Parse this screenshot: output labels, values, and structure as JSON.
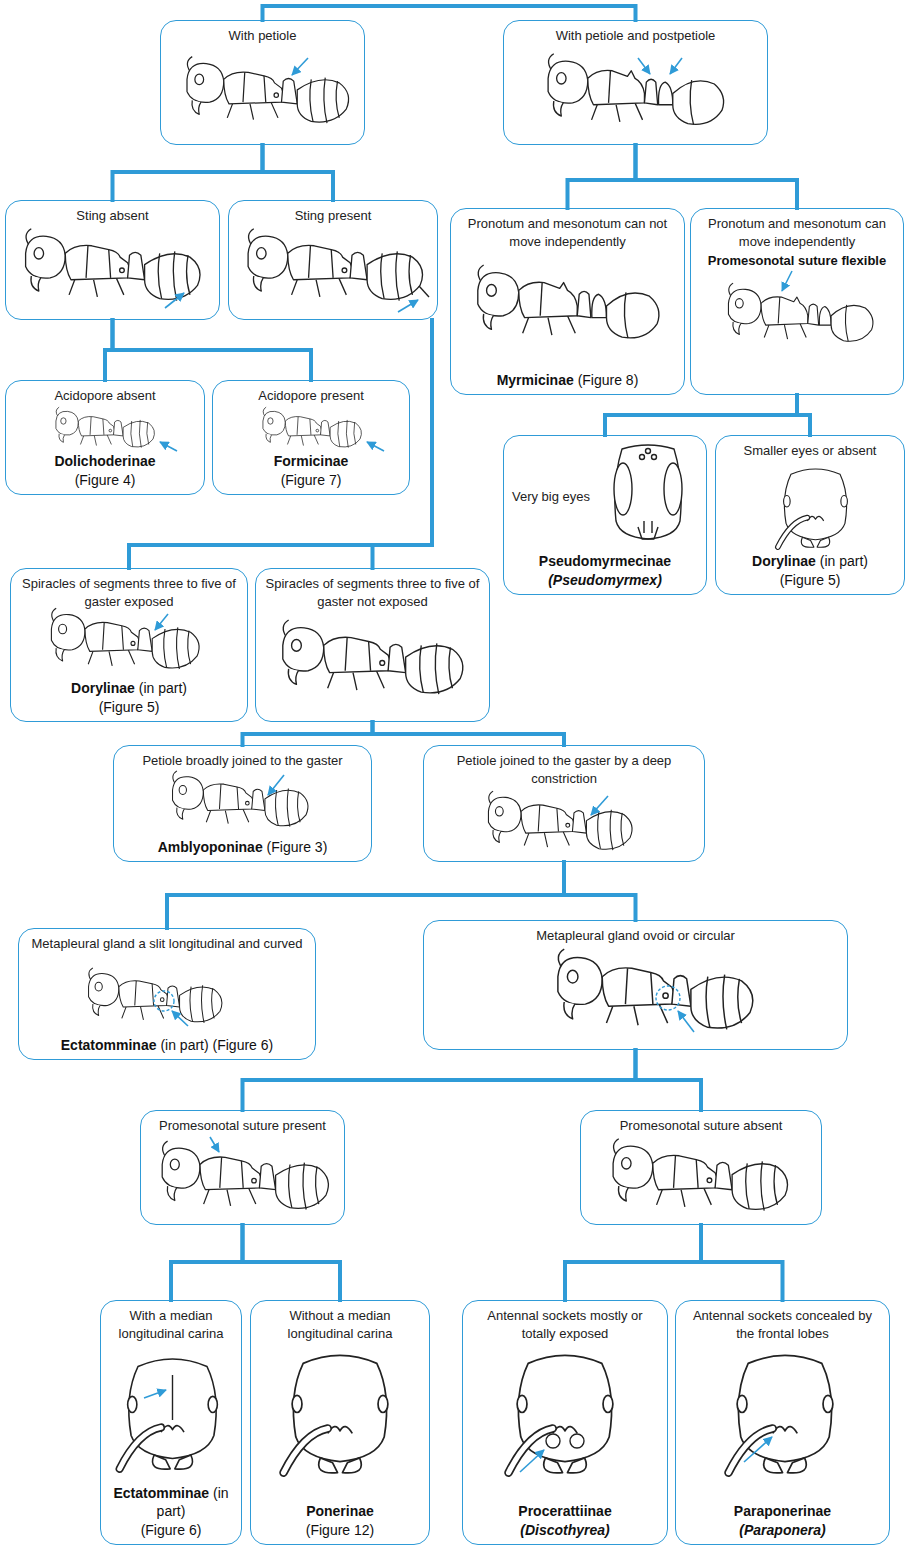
{
  "diagram": {
    "nodes": [
      {
        "text": [
          "With petiole"
        ]
      },
      {
        "text": [
          "With petiole and postpetiole"
        ]
      },
      {
        "text": [
          "Sting absent"
        ]
      },
      {
        "text": [
          "Sting present"
        ]
      },
      {
        "text": [
          "Pronotum and mesonotum can not move independently",
          "Myrmicinae",
          "(Figure 8)"
        ]
      },
      {
        "text": [
          "Pronotum and mesonotum can move independently",
          "Promesonotal suture flexible"
        ]
      },
      {
        "text": [
          "Acidopore absent",
          "Dolichoderinae",
          "(Figure 4)"
        ]
      },
      {
        "text": [
          "Acidopore present",
          "Formicinae",
          "(Figure 7)"
        ]
      },
      {
        "text": [
          "Very big eyes",
          "Pseudomyrmecinae",
          "(Pseudomyrmex)"
        ]
      },
      {
        "text": [
          "Smaller eyes or absent",
          "Dorylinae",
          "(in part)",
          "(Figure 5)"
        ]
      },
      {
        "text": [
          "Spiracles of segments three to five of gaster exposed",
          "Dorylinae",
          "(in part)",
          "(Figure 5)"
        ]
      },
      {
        "text": [
          "Spiracles of segments three to five of gaster not exposed"
        ]
      },
      {
        "text": [
          "Petiole broadly joined to the gaster",
          "Amblyoponinae",
          "(Figure 3)"
        ]
      },
      {
        "text": [
          "Petiole joined to the gaster by a deep constriction"
        ]
      },
      {
        "text": [
          "Metapleural gland a slit longitudinal and curved",
          "Ectatomminae",
          "(in part) (Figure 6)"
        ]
      },
      {
        "text": [
          "Metapleural gland ovoid or circular"
        ]
      },
      {
        "text": [
          "Promesonotal suture present"
        ]
      },
      {
        "text": [
          "Promesonotal suture absent"
        ]
      },
      {
        "text": [
          "With a median longitudinal carina",
          "Ectatomminae",
          "(in part)",
          "(Figure 6)"
        ]
      },
      {
        "text": [
          "Without a median longitudinal carina",
          "Ponerinae",
          "(Figure 12)"
        ]
      },
      {
        "text": [
          "Antennal sockets mostly or totally exposed",
          "Procerattiinae",
          "(Discothyrea)"
        ]
      },
      {
        "text": [
          "Antennal sockets concealed by the frontal lobes",
          "Paraponerinae",
          "(Paraponera)"
        ]
      }
    ],
    "edges": [
      {
        "from": 0,
        "to": 1,
        "arrow": "none"
      },
      {
        "from": 0,
        "to": 2,
        "arrow": "none"
      },
      {
        "from": 0,
        "to": 3,
        "arrow": "none"
      },
      {
        "from": 1,
        "to": 4,
        "arrow": "none"
      },
      {
        "from": 1,
        "to": 5,
        "arrow": "none"
      },
      {
        "from": 2,
        "to": 6,
        "arrow": "none"
      },
      {
        "from": 2,
        "to": 7,
        "arrow": "none"
      },
      {
        "from": 3,
        "to": 10,
        "arrow": "none"
      },
      {
        "from": 3,
        "to": 11,
        "arrow": "none"
      },
      {
        "from": 5,
        "to": 8,
        "arrow": "none"
      },
      {
        "from": 5,
        "to": 9,
        "arrow": "none"
      },
      {
        "from": 11,
        "to": 12,
        "arrow": "none"
      },
      {
        "from": 11,
        "to": 13,
        "arrow": "none"
      },
      {
        "from": 13,
        "to": 14,
        "arrow": "none"
      },
      {
        "from": 13,
        "to": 15,
        "arrow": "none"
      },
      {
        "from": 15,
        "to": 16,
        "arrow": "none"
      },
      {
        "from": 15,
        "to": 17,
        "arrow": "none"
      },
      {
        "from": 16,
        "to": 18,
        "arrow": "none"
      },
      {
        "from": 16,
        "to": 19,
        "arrow": "none"
      },
      {
        "from": 17,
        "to": 20,
        "arrow": "none"
      },
      {
        "from": 17,
        "to": 21,
        "arrow": "none"
      }
    ]
  }
}
